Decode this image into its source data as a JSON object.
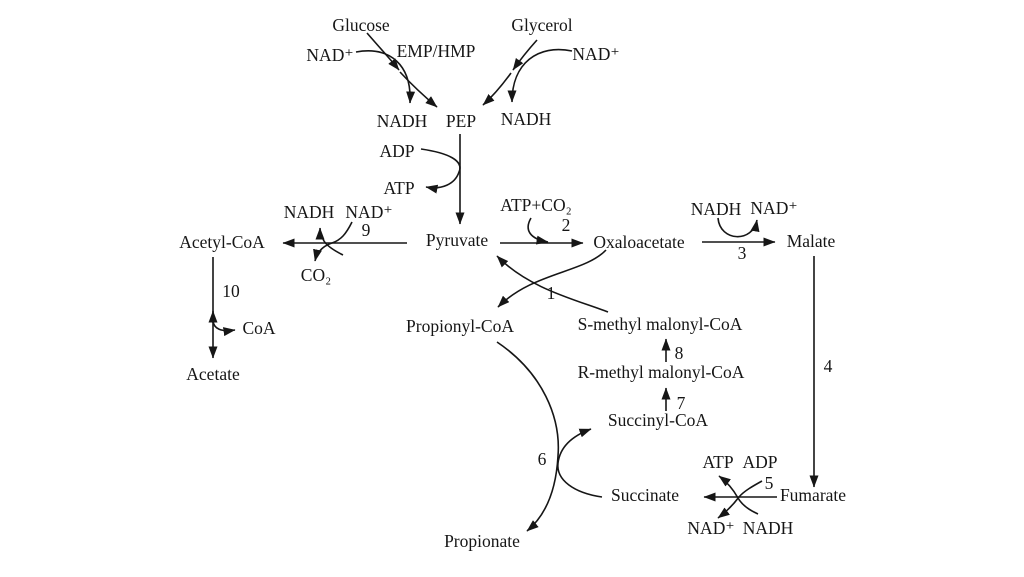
{
  "figure": {
    "background_color": "#ffffff",
    "ink_color": "#161616",
    "pathway_label": "EMP/HMP",
    "metabolites": {
      "glucose": "Glucose",
      "glycerol": "Glycerol",
      "pep": "PEP",
      "pyruvate": "Pyruvate",
      "oxaloacetate": "Oxaloacetate",
      "malate": "Malate",
      "fumarate": "Fumarate",
      "succinate": "Succinate",
      "succinyl_coa": "Succinyl-CoA",
      "r_methyl_malonyl_coa": "R-methyl malonyl-CoA",
      "s_methyl_malonyl_coa": "S-methyl malonyl-CoA",
      "propionyl_coa": "Propionyl-CoA",
      "propionate": "Propionate",
      "acetyl_coa": "Acetyl-CoA",
      "acetate": "Acetate"
    },
    "cofactors": {
      "nad": "NAD⁺",
      "nadh": "NADH",
      "atp": "ATP",
      "adp": "ADP",
      "atp_co2": "ATP+CO₂",
      "co2": "CO₂",
      "coa": "CoA"
    },
    "reaction_numbers": {
      "r1": "1",
      "r2": "2",
      "r3": "3",
      "r4": "4",
      "r5": "5",
      "r6": "6",
      "r7": "7",
      "r8": "8",
      "r9": "9",
      "r10": "10"
    }
  }
}
